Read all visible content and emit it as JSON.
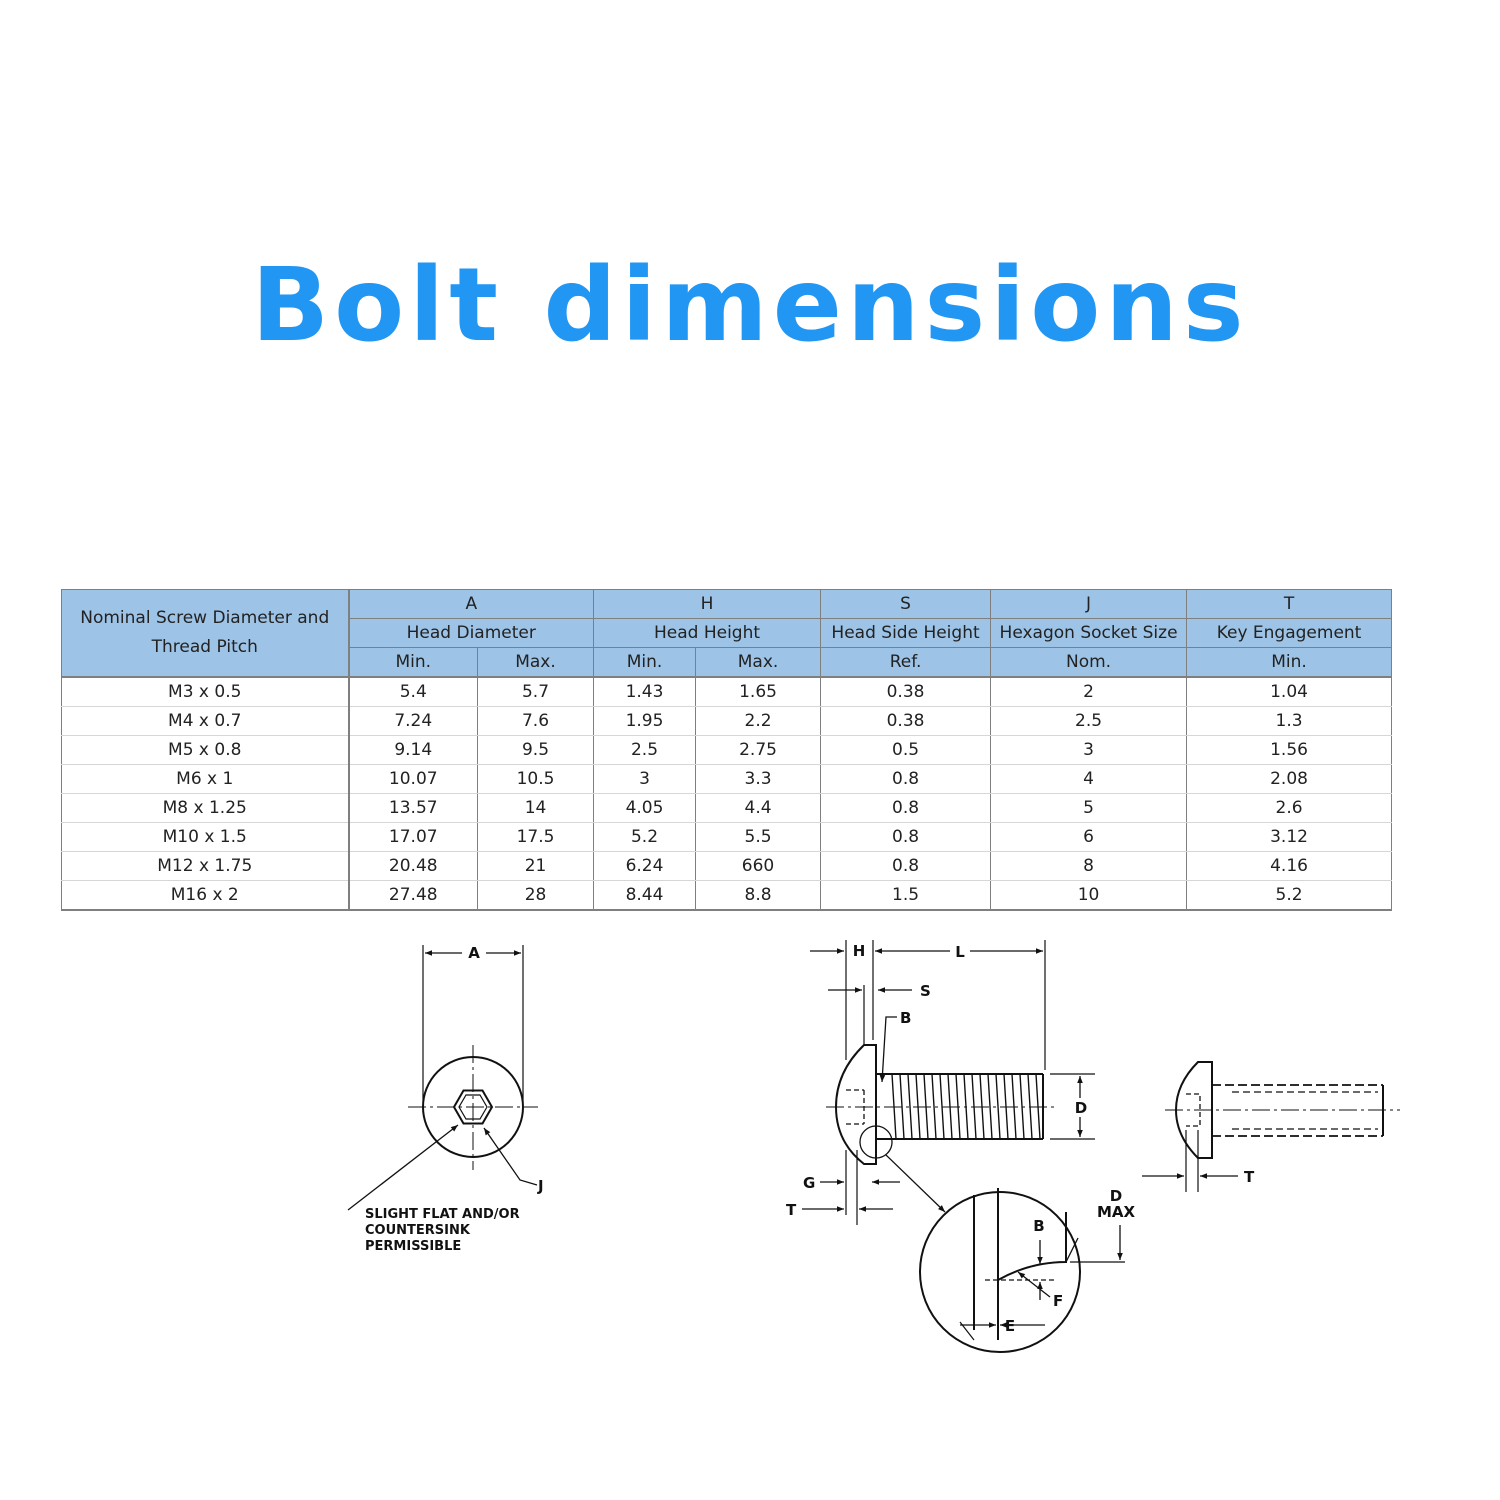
{
  "title": "Bolt dimensions",
  "table": {
    "nominal_header": "Nominal Screw Diameter and Thread Pitch",
    "groups": [
      {
        "letter": "A",
        "name": "Head Diameter",
        "subs": [
          "Min.",
          "Max."
        ]
      },
      {
        "letter": "H",
        "name": "Head Height",
        "subs": [
          "Min.",
          "Max."
        ]
      },
      {
        "letter": "S",
        "name": "Head Side Height",
        "subs": [
          "Ref."
        ]
      },
      {
        "letter": "J",
        "name": "Hexagon Socket Size",
        "subs": [
          "Nom."
        ]
      },
      {
        "letter": "T",
        "name": "Key Engagement",
        "subs": [
          "Min."
        ]
      }
    ],
    "rows": [
      [
        "M3 x 0.5",
        "5.4",
        "5.7",
        "1.43",
        "1.65",
        "0.38",
        "2",
        "1.04"
      ],
      [
        "M4 x 0.7",
        "7.24",
        "7.6",
        "1.95",
        "2.2",
        "0.38",
        "2.5",
        "1.3"
      ],
      [
        "M5 x 0.8",
        "9.14",
        "9.5",
        "2.5",
        "2.75",
        "0.5",
        "3",
        "1.56"
      ],
      [
        "M6 x 1",
        "10.07",
        "10.5",
        "3",
        "3.3",
        "0.8",
        "4",
        "2.08"
      ],
      [
        "M8 x 1.25",
        "13.57",
        "14",
        "4.05",
        "4.4",
        "0.8",
        "5",
        "2.6"
      ],
      [
        "M10 x 1.5",
        "17.07",
        "17.5",
        "5.2",
        "5.5",
        "0.8",
        "6",
        "3.12"
      ],
      [
        "M12 x 1.75",
        "20.48",
        "21",
        "6.24",
        "660",
        "0.8",
        "8",
        "4.16"
      ],
      [
        "M16 x 2",
        "27.48",
        "28",
        "8.44",
        "8.8",
        "1.5",
        "10",
        "5.2"
      ]
    ]
  },
  "drawing": {
    "labels": {
      "a": "A",
      "j": "J",
      "h": "H",
      "l": "L",
      "s": "S",
      "b": "B",
      "d": "D",
      "g": "G",
      "t": "T",
      "t2": "T",
      "b2": "B",
      "f": "F",
      "e": "E",
      "dmax_1": "D",
      "dmax_2": "MAX"
    },
    "note_lines": [
      "SLIGHT FLAT AND/OR",
      "COUNTERSINK",
      "PERMISSIBLE"
    ]
  }
}
